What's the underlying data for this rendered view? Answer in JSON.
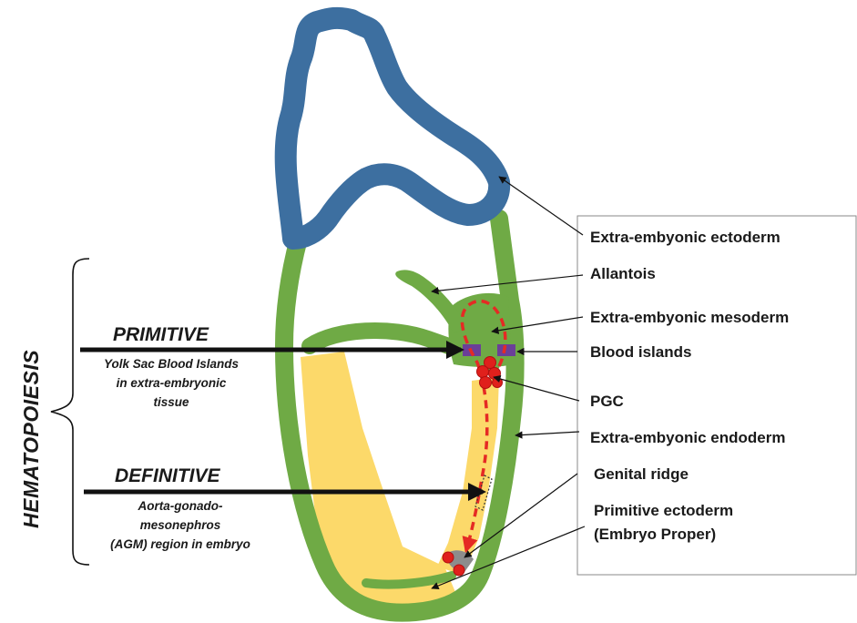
{
  "side_label": "HEMATOPOIESIS",
  "primitive": {
    "title": "PRIMITIVE",
    "lines": [
      "Yolk Sac Blood Islands",
      "in extra-embryonic",
      "tissue"
    ]
  },
  "definitive": {
    "title": "DEFINITIVE",
    "lines": [
      "Aorta-gonado-",
      "mesonephros",
      "(AGM) region in embryo"
    ]
  },
  "labels": {
    "ectoderm": "Extra-embyonic ectoderm",
    "allantois": "Allantois",
    "mesoderm": "Extra-embyonic mesoderm",
    "blood_islands": "Blood islands",
    "pgc": "PGC",
    "endoderm": "Extra-embyonic endoderm",
    "genital_ridge": "Genital ridge",
    "primitive_ectoderm_line1": "Primitive ectoderm",
    "primitive_ectoderm_line2": "(Embryo Proper)"
  },
  "colors": {
    "ectoderm_blue": "#3d6fa0",
    "endoderm_green": "#6faa45",
    "embryo_yellow": "#fcd96a",
    "blood_island_purple": "#6b3f98",
    "pgc_red": "#e0201c",
    "migration_path_red": "#e52a24",
    "genital_ridge_gray": "#8c8c8c"
  }
}
